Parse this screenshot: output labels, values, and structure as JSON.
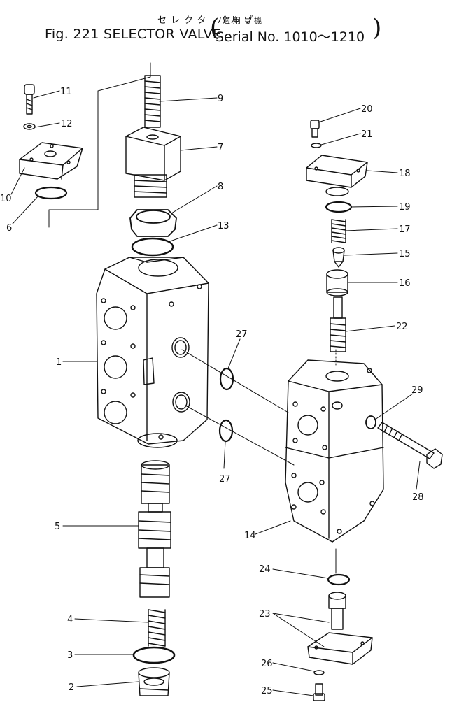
{
  "title": {
    "japanese": "セレクタ バルブ",
    "japanese_note": "適用号機",
    "figure": "Fig. 221 SELECTOR VALVE",
    "serial": "Serial No.  1010～1210"
  },
  "callouts": [
    "1",
    "2",
    "3",
    "4",
    "5",
    "6",
    "7",
    "8",
    "9",
    "10",
    "11",
    "12",
    "13",
    "14",
    "15",
    "16",
    "17",
    "18",
    "19",
    "20",
    "21",
    "22",
    "23",
    "24",
    "25",
    "26",
    "27",
    "27",
    "28",
    "29"
  ]
}
